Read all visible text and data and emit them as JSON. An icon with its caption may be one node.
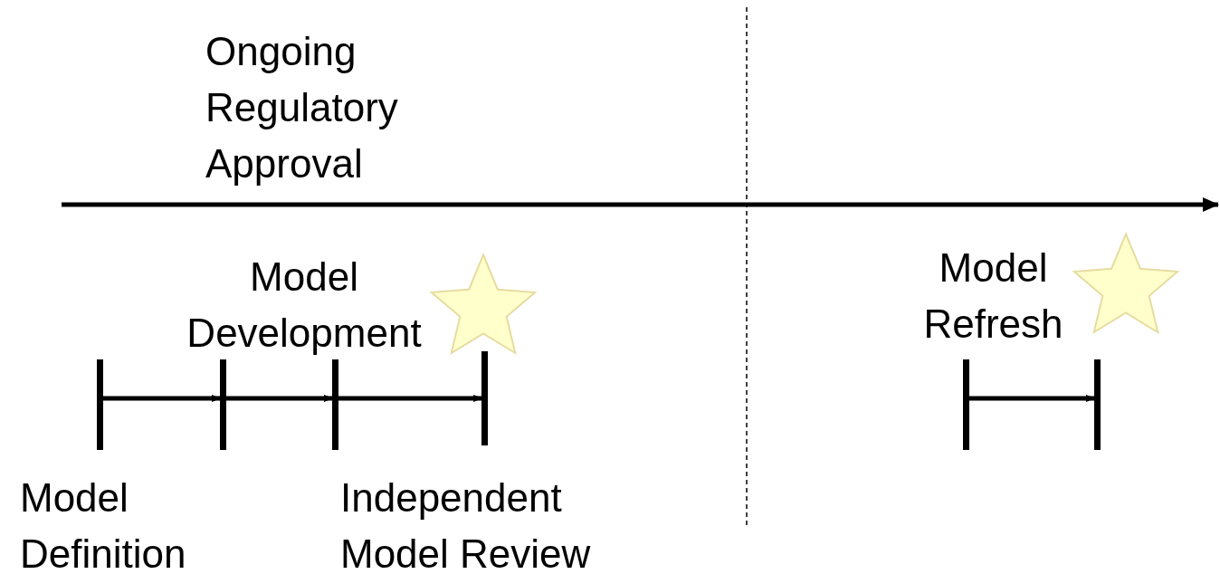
{
  "diagram": {
    "nodes": [
      {
        "text": [],
        "shape": "bar"
      },
      {
        "text": [],
        "shape": "bar"
      },
      {
        "text": [],
        "shape": "bar"
      },
      {
        "text": [],
        "shape": "bar"
      },
      {
        "text": [],
        "shape": "bar"
      },
      {
        "text": [],
        "shape": "bar"
      },
      {
        "text": [],
        "shape": "star"
      },
      {
        "text": [],
        "shape": "star"
      }
    ],
    "edges": [
      {
        "from": 0,
        "to": 1,
        "arrow": "to"
      },
      {
        "from": 1,
        "to": 2,
        "arrow": "to"
      },
      {
        "from": 2,
        "to": 3,
        "arrow": "to"
      },
      {
        "from": 4,
        "to": 5,
        "arrow": "to"
      }
    ],
    "labels": [
      "Ongoing Regulatory Approval",
      "Model Development",
      "Model Refresh",
      "Model Definition",
      "Independent Model Review"
    ]
  }
}
